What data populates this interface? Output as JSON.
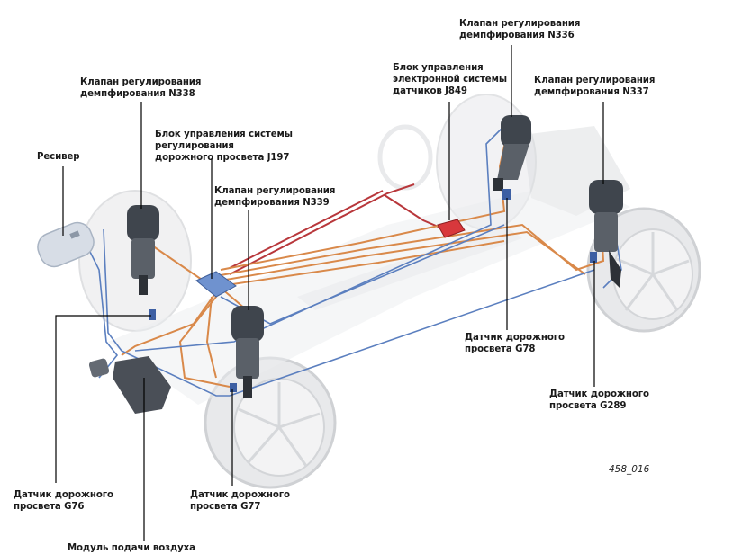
{
  "figure_id": "458_016",
  "colors": {
    "air_line_orange": "#d9894a",
    "air_line_blue": "#5b7fbf",
    "signal_line_red": "#b8373b",
    "leader_line": "#000000",
    "component_grey": "#cfd3d8",
    "control_unit_red": "#d8383c",
    "control_unit_blue": "#6f92cf"
  },
  "labels": {
    "n338": {
      "line1": "Клапан регулирования",
      "line2": "демпфирования N338"
    },
    "j197": {
      "line1": "Блок управления системы",
      "line2": "регулирования",
      "line3": "дорожного просвета J197"
    },
    "receiver": {
      "line1": "Ресивер"
    },
    "n339": {
      "line1": "Клапан регулирования",
      "line2": "демпфирования N339"
    },
    "n336": {
      "line1": "Клапан регулирования",
      "line2": "демпфирования N336"
    },
    "j849": {
      "line1": "Блок управления",
      "line2": "электронной системы",
      "line3": "датчиков J849"
    },
    "n337": {
      "line1": "Клапан регулирования",
      "line2": "демпфирования N337"
    },
    "g78": {
      "line1": "Датчик дорожного",
      "line2": "просвета G78"
    },
    "g289": {
      "line1": "Датчик дорожного",
      "line2": "просвета G289"
    },
    "g76": {
      "line1": "Датчик дорожного",
      "line2": "просвета G76"
    },
    "g77": {
      "line1": "Датчик дорожного",
      "line2": "просвета G77"
    },
    "air_supply": {
      "line1": "Модуль подачи воздуха"
    }
  }
}
